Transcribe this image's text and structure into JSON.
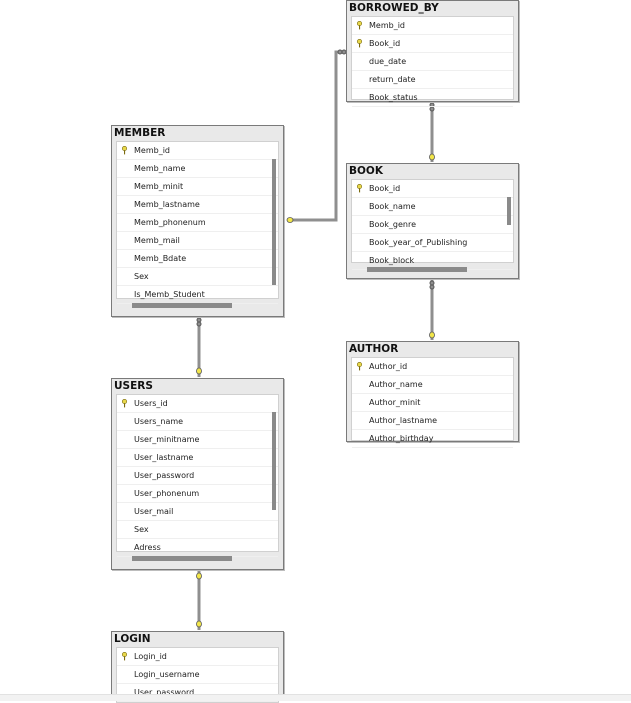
{
  "colors": {
    "key": "#e8d84a",
    "connector": "#8f8f8f",
    "endpoint": "#f2e64a"
  },
  "tables": {
    "borrowed_by": {
      "title": "BORROWED_BY",
      "columns": [
        {
          "name": "Memb_id",
          "pk": true
        },
        {
          "name": "Book_id",
          "pk": true
        },
        {
          "name": "due_date",
          "pk": false
        },
        {
          "name": "return_date",
          "pk": false
        },
        {
          "name": "Book_status",
          "pk": false
        }
      ]
    },
    "member": {
      "title": "MEMBER",
      "columns": [
        {
          "name": "Memb_id",
          "pk": true
        },
        {
          "name": "Memb_name",
          "pk": false
        },
        {
          "name": "Memb_minit",
          "pk": false
        },
        {
          "name": "Memb_lastname",
          "pk": false
        },
        {
          "name": "Memb_phonenum",
          "pk": false
        },
        {
          "name": "Memb_mail",
          "pk": false
        },
        {
          "name": "Memb_Bdate",
          "pk": false
        },
        {
          "name": "Sex",
          "pk": false
        },
        {
          "name": "Is_Memb_Student",
          "pk": false
        }
      ]
    },
    "book": {
      "title": "BOOK",
      "columns": [
        {
          "name": "Book_id",
          "pk": true
        },
        {
          "name": "Book_name",
          "pk": false
        },
        {
          "name": "Book_genre",
          "pk": false
        },
        {
          "name": "Book_year_of_Publishing",
          "pk": false
        },
        {
          "name": "Book_block",
          "pk": false
        }
      ]
    },
    "author": {
      "title": "AUTHOR",
      "columns": [
        {
          "name": "Author_id",
          "pk": true
        },
        {
          "name": "Author_name",
          "pk": false
        },
        {
          "name": "Author_minit",
          "pk": false
        },
        {
          "name": "Author_lastname",
          "pk": false
        },
        {
          "name": "Author_birthday",
          "pk": false
        }
      ]
    },
    "users": {
      "title": "USERS",
      "columns": [
        {
          "name": "Users_id",
          "pk": true
        },
        {
          "name": "Users_name",
          "pk": false
        },
        {
          "name": "User_minitname",
          "pk": false
        },
        {
          "name": "User_lastname",
          "pk": false
        },
        {
          "name": "User_password",
          "pk": false
        },
        {
          "name": "User_phonenum",
          "pk": false
        },
        {
          "name": "User_mail",
          "pk": false
        },
        {
          "name": "Sex",
          "pk": false
        },
        {
          "name": "Adress",
          "pk": false
        }
      ]
    },
    "login": {
      "title": "LOGIN",
      "columns": [
        {
          "name": "Login_id",
          "pk": true
        },
        {
          "name": "Login_username",
          "pk": false
        },
        {
          "name": "User_password",
          "pk": false
        }
      ]
    }
  },
  "relationships": [
    {
      "from": "borrowed_by",
      "to": "member"
    },
    {
      "from": "borrowed_by",
      "to": "book"
    },
    {
      "from": "book",
      "to": "author"
    },
    {
      "from": "member",
      "to": "users"
    },
    {
      "from": "users",
      "to": "login"
    }
  ]
}
